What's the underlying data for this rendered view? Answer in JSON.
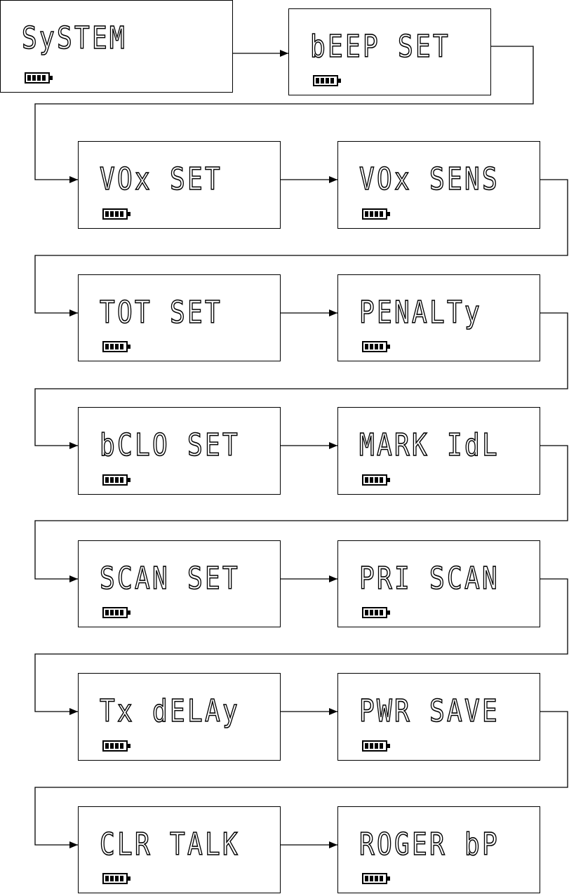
{
  "screens": [
    {
      "id": "system",
      "text": "SySTEM"
    },
    {
      "id": "beep-set",
      "text": "bEEP SET"
    },
    {
      "id": "vox-set",
      "text": "VOx SET"
    },
    {
      "id": "vox-sens",
      "text": "VOx SENS"
    },
    {
      "id": "tot-set",
      "text": "TOT SET"
    },
    {
      "id": "penalty",
      "text": "PENALTy"
    },
    {
      "id": "bclo-set",
      "text": "bCLO SET"
    },
    {
      "id": "mark-idl",
      "text": "MARK IdL"
    },
    {
      "id": "scan-set",
      "text": "SCAN SET"
    },
    {
      "id": "pri-scan",
      "text": "PRI SCAN"
    },
    {
      "id": "tx-delay",
      "text": "Tx dELAy"
    },
    {
      "id": "pwr-save",
      "text": "PWR SAVE"
    },
    {
      "id": "clr-talk",
      "text": "CLR TALK"
    },
    {
      "id": "roger-bp",
      "text": "ROGER bP"
    }
  ],
  "battery_level": 1.0,
  "colors": {
    "line": "#000000",
    "panel_bg": "#ffffff"
  }
}
